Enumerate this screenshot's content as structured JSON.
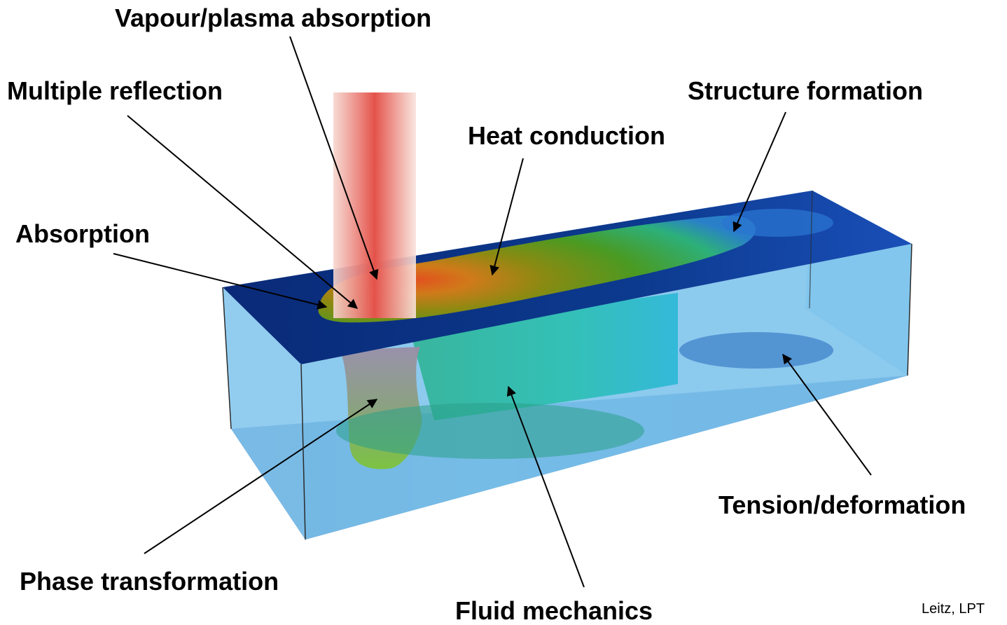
{
  "labels": {
    "vapour": "Vapour/plasma absorption",
    "multiple_reflection": "Multiple reflection",
    "absorption": "Absorption",
    "heat_conduction": "Heat conduction",
    "structure_formation": "Structure formation",
    "tension_deformation": "Tension/deformation",
    "phase_transformation": "Phase transformation",
    "fluid_mechanics": "Fluid mechanics"
  },
  "credit": "Leitz, LPT",
  "colors": {
    "laser": "#e8554a",
    "box_side": "#7fc4ec",
    "box_top": "#0b2f7a",
    "melt_hot": "#e8622a",
    "melt_warm": "#9acd32",
    "melt_cool": "#22c4a8",
    "arrow": "#000000"
  }
}
